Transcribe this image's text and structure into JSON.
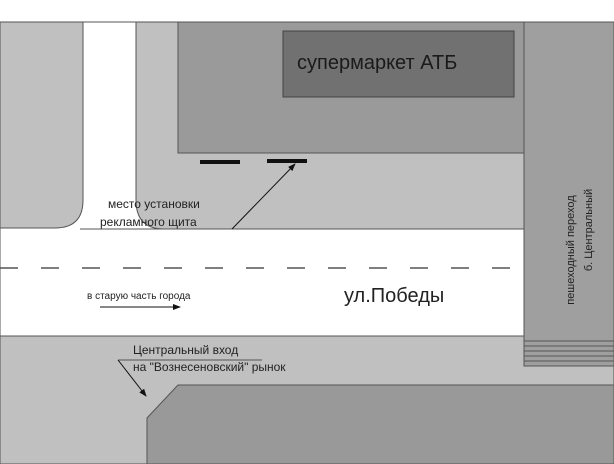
{
  "labels": {
    "supermarket": "супермаркет АТБ",
    "billboard_place_line1": "место установки",
    "billboard_place_line2": "рекламного щита",
    "direction": "в старую часть города",
    "street": "ул.Победы",
    "entrance_line1": "Центральный вход",
    "entrance_line2": "на \"Вознесеновский\" рынок",
    "crosswalk": "пешеходный переход",
    "boulevard": "б. Центральный"
  },
  "colors": {
    "sidewalk": "#c0c0c0",
    "building": "#999999",
    "supermarket": "#717171",
    "road": "#ffffff"
  }
}
